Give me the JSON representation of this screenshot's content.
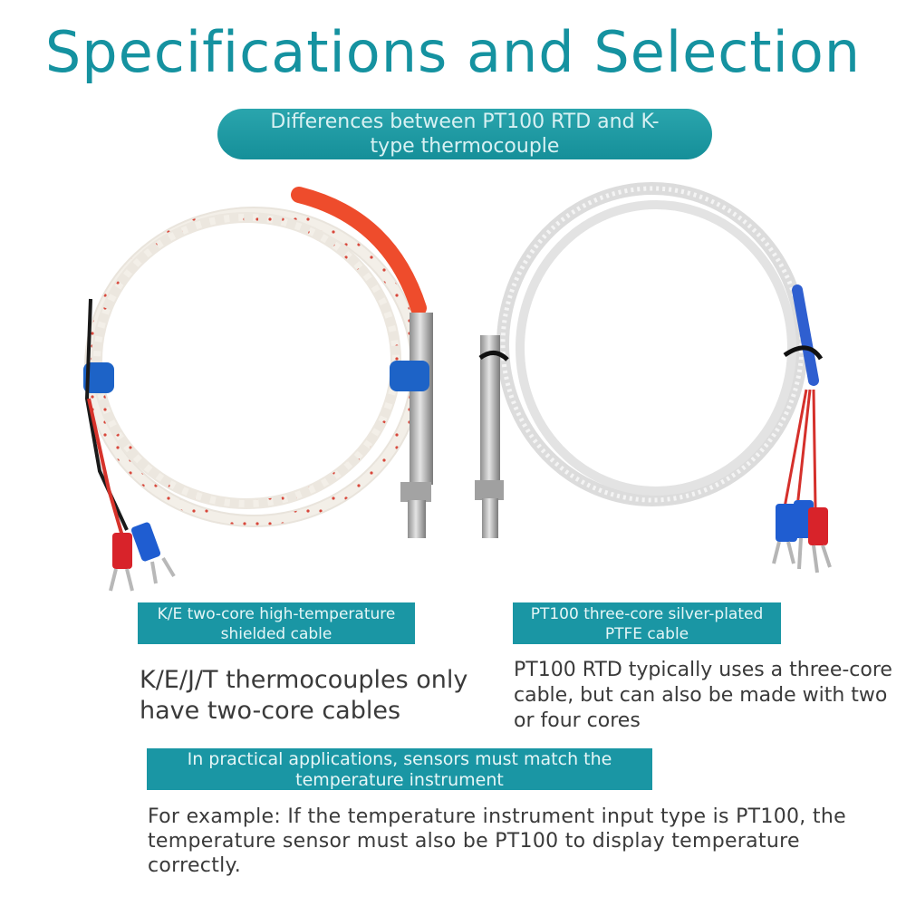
{
  "title": "Specifications and Selection",
  "subtitle": "Differences between PT100 RTD and K-type thermocouple",
  "left": {
    "banner": "K/E two-core high-temperature shielded cable",
    "description": "K/E/J/T thermocouples only have two-core cables"
  },
  "right": {
    "banner": "PT100 three-core silver-plated PTFE cable",
    "description": "PT100 RTD typically uses a three-core cable, but can also be made with two or four cores"
  },
  "note": {
    "banner": "In practical applications, sensors must match the temperature instrument",
    "text": "For example: If the temperature instrument input type is PT100, the temperature sensor must also be PT100 to display temperature correctly."
  },
  "colors": {
    "accent": "#1592a0",
    "banner": "#1a96a4"
  }
}
